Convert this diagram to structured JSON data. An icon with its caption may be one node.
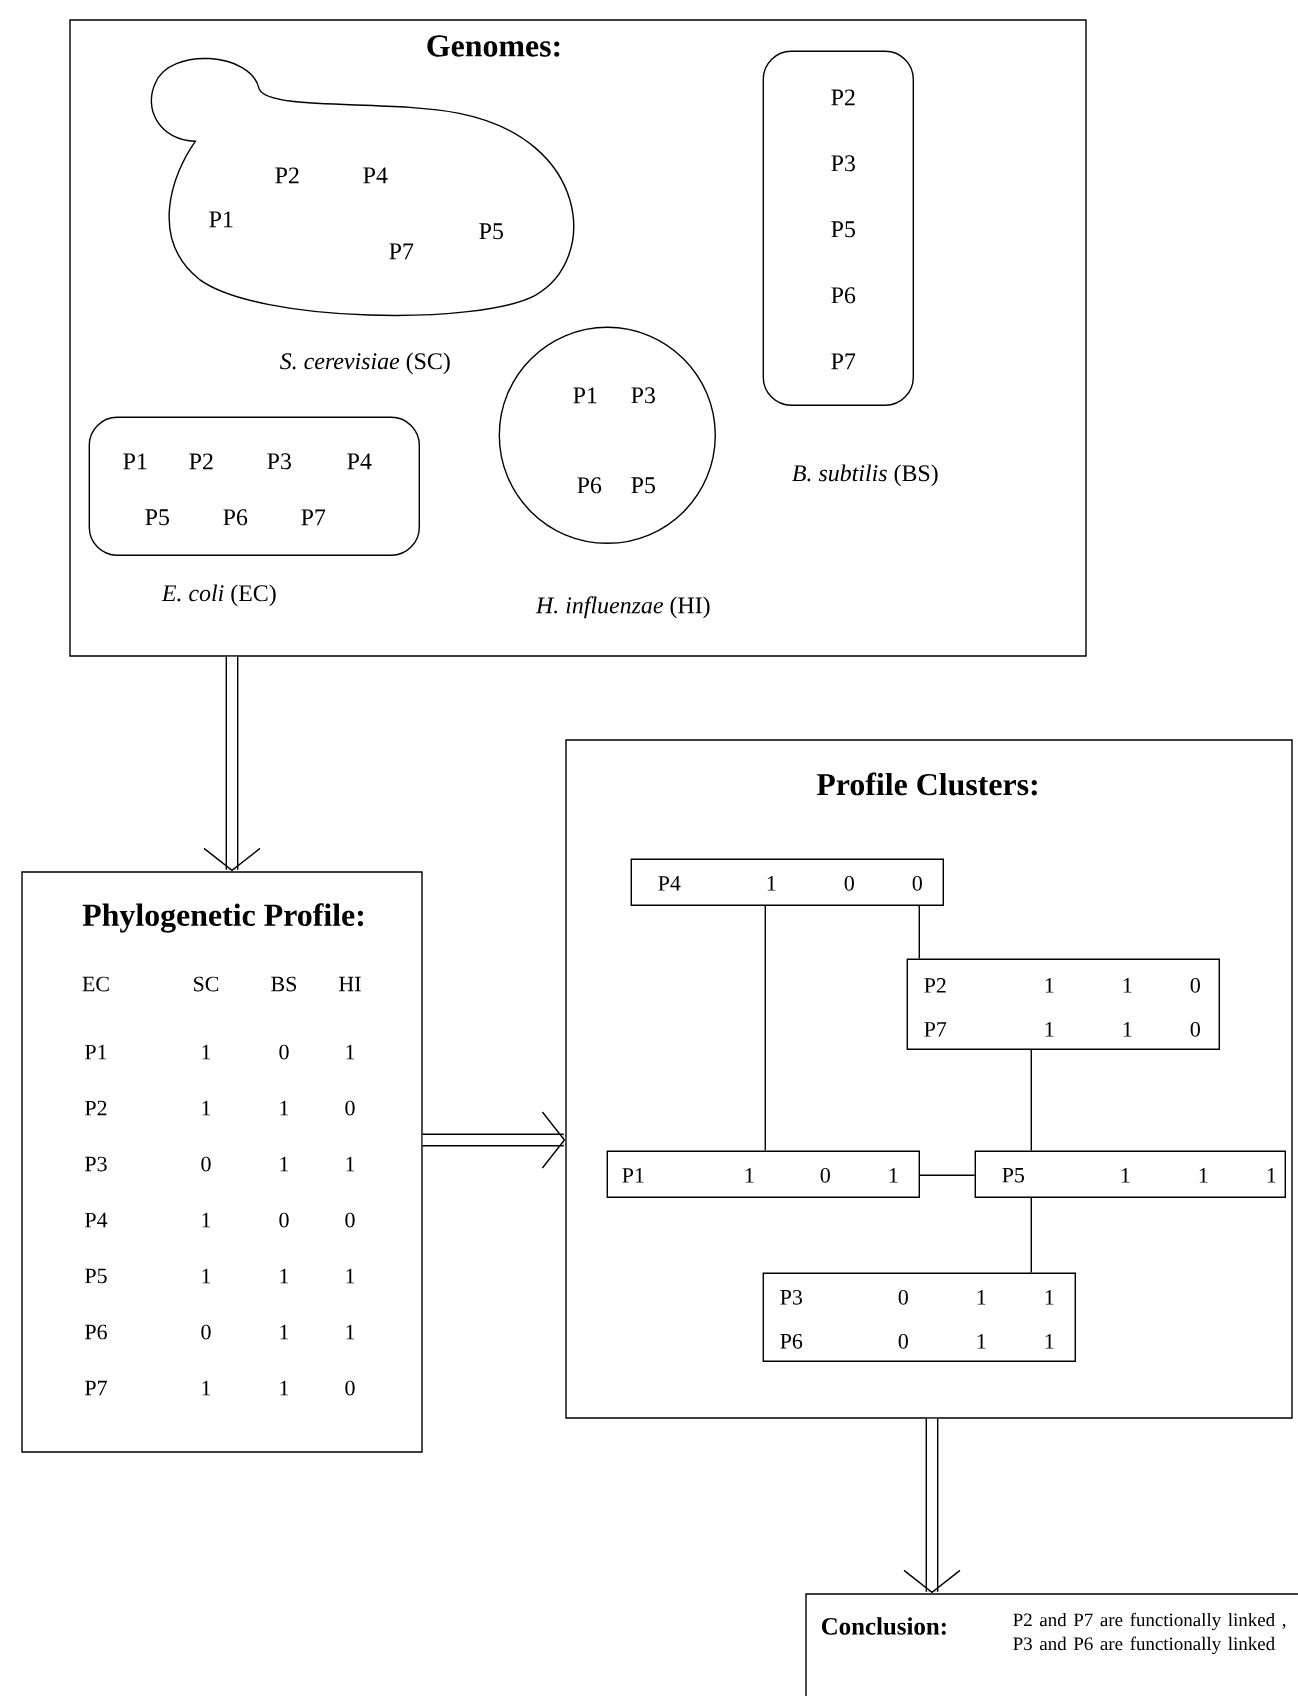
{
  "diagram": {
    "nodes": [
      {
        "text": [
          "Genomes:"
        ]
      },
      {
        "text": [
          "P2",
          "P4",
          "P1",
          "P7",
          "P5",
          "*S. cerevisiae* (SC)"
        ],
        "in": 0
      },
      {
        "text": [
          "P2",
          "P3",
          "P5",
          "P6",
          "P7",
          "*B. subtilis* (BS)"
        ],
        "in": 0
      },
      {
        "text": [
          "P1",
          "P2",
          "P3",
          "P4",
          "P5",
          "P6",
          "P7",
          "*E. coli* (EC)"
        ],
        "in": 0
      },
      {
        "text": [
          "P1",
          "P3",
          "P6",
          "P5",
          "*H. influenzae* (HI)"
        ],
        "in": 0
      },
      {
        "text": [
          "Phylogenetic Profile:",
          "EC",
          "SC",
          "BS",
          "HI",
          "P1",
          "1",
          "0",
          "1",
          "P2",
          "1",
          "1",
          "0",
          "P3",
          "0",
          "1",
          "1",
          "P4",
          "1",
          "0",
          "0",
          "P5",
          "1",
          "1",
          "1",
          "P6",
          "0",
          "1",
          "1",
          "P7",
          "1",
          "1",
          "0"
        ]
      },
      {
        "text": [
          "Profile Clusters:"
        ]
      },
      {
        "text": [
          "P4",
          "1",
          "0",
          "0"
        ],
        "in": 6
      },
      {
        "text": [
          "P2",
          "1",
          "1",
          "0",
          "P7",
          "1",
          "1",
          "0"
        ],
        "in": 6
      },
      {
        "text": [
          "P1",
          "1",
          "0",
          "1"
        ],
        "in": 6
      },
      {
        "text": [
          "P5",
          "1",
          "1",
          "1"
        ],
        "in": 6
      },
      {
        "text": [
          "P3",
          "0",
          "1",
          "1",
          "P6",
          "0",
          "1",
          "1"
        ],
        "in": 6
      },
      {
        "text": [
          "Conclusion:",
          "P2 and P7 are functionally linked , P3 and P6 are functionally linked"
        ]
      }
    ],
    "edges": [
      {
        "from": 0,
        "to": 5,
        "arrow": "to",
        "style": "thick"
      },
      {
        "from": 5,
        "to": 6,
        "arrow": "to",
        "style": "thick"
      },
      {
        "from": 6,
        "to": 12,
        "arrow": "to",
        "style": "thick"
      },
      {
        "from": 7,
        "to": 9,
        "arrow": "none"
      },
      {
        "from": 7,
        "to": 8,
        "arrow": "none"
      },
      {
        "from": 8,
        "to": 10,
        "arrow": "none"
      },
      {
        "from": 9,
        "to": 10,
        "arrow": "none"
      },
      {
        "from": 10,
        "to": 11,
        "arrow": "none"
      }
    ]
  }
}
